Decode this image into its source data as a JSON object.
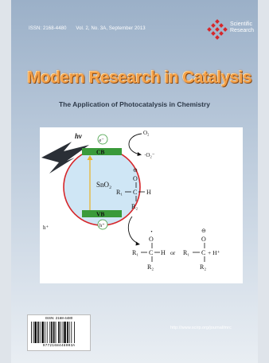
{
  "cover": {
    "issn_top": "ISSN: 2168-4480",
    "volume": "Vol. 2, No. 3A, September 2013",
    "publisher_line1": "Scientific",
    "publisher_line2": "Research",
    "journal_title": "Modern Research in Catalysis",
    "subtitle": "The Application of Photocatalysis in Chemistry",
    "url": "http://www.scirp.org/journal/mrc"
  },
  "figure": {
    "hv": "hv",
    "electron": "e⁻",
    "cb": "CB",
    "material": "SnO₂",
    "vb": "VB",
    "hole": "h⁺",
    "h_plus_left": "h⁺",
    "o2": "O₂",
    "o2_radical": "·O₂⁻",
    "r1_a": "R₁",
    "c_a": "C",
    "h_a": "H",
    "r2_a": "R₂",
    "o_a": "O",
    "minus": "⊖",
    "r1_b": "R₁",
    "c_b": "C",
    "h_b": "H",
    "r2_b": "R₂",
    "o_b": "O",
    "dot": "·",
    "or": "or",
    "r1_c": "R₁",
    "c_c": "C",
    "plus_h": "+ H⁺",
    "r2_c": "R₂",
    "o_c": "O"
  },
  "barcode": {
    "isbn": "ISSN: 2168-4480",
    "number": "9772168448003A"
  },
  "colors": {
    "cb_vb_green": "#3a9a3a",
    "circle_red": "#d6262a",
    "circle_fill": "#cfe6f5",
    "title_orange": "#f5a24a"
  }
}
